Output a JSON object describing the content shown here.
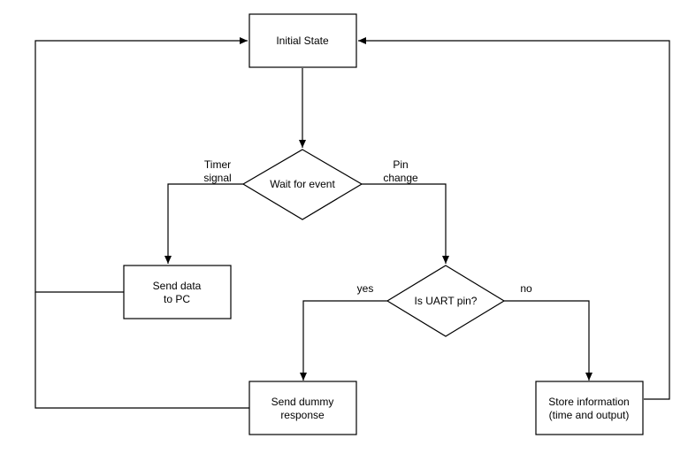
{
  "nodes": {
    "initial_state": "Initial State",
    "wait_for_event": "Wait for event",
    "send_data": [
      "Send data",
      "to PC"
    ],
    "is_uart_pin": "Is UART pin?",
    "send_dummy": [
      "Send dummy",
      "response"
    ],
    "store_info": [
      "Store information",
      "(time and output)"
    ]
  },
  "edges": {
    "timer_signal": [
      "Timer",
      "signal"
    ],
    "pin_change": [
      "Pin",
      "change"
    ],
    "yes": "yes",
    "no": "no"
  }
}
